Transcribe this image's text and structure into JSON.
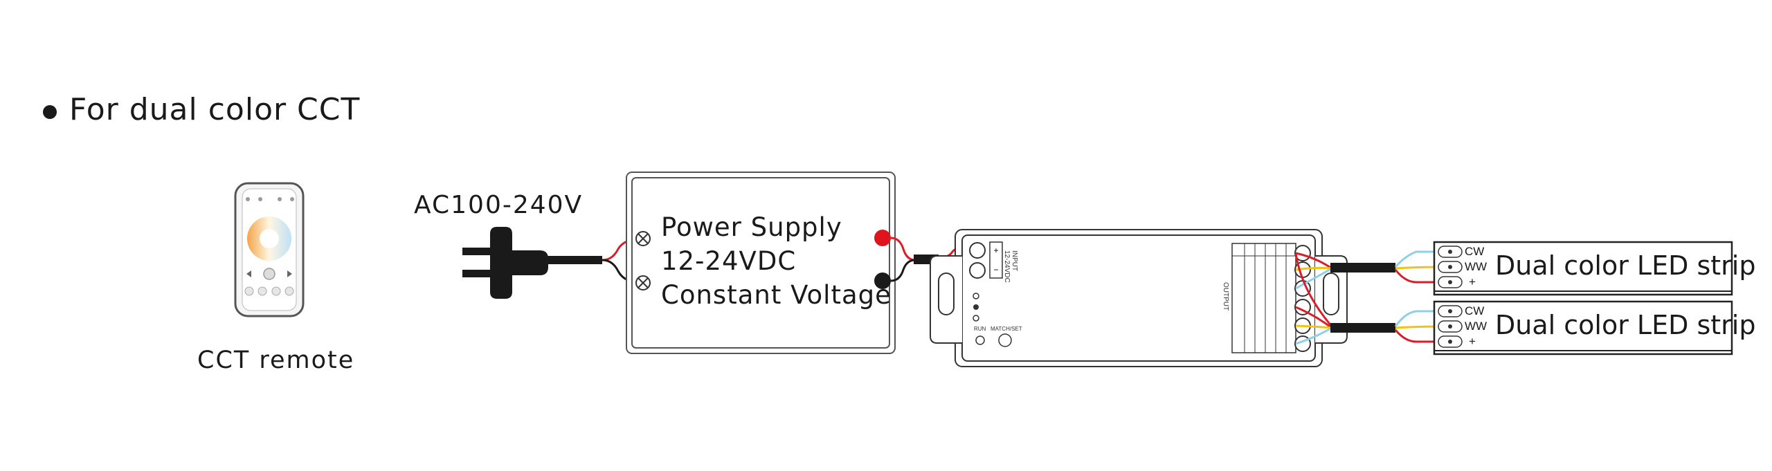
{
  "section": {
    "heading": "For dual color CCT"
  },
  "remote": {
    "label": "CCT remote"
  },
  "plug": {
    "label": "AC100-240V"
  },
  "power_supply": {
    "line1": "Power Supply",
    "line2": "12-24VDC",
    "line3": "Constant Voltage"
  },
  "controller": {
    "input_label": "INPUT",
    "input_voltage": "12-24VDC",
    "output_label": "OUTPUT",
    "run_label": "RUN",
    "matchset_label": "MATCH/SET"
  },
  "strips": [
    {
      "label": "Dual color LED strip",
      "terminals": [
        "CW",
        "WW",
        "+"
      ]
    },
    {
      "label": "Dual color LED strip",
      "terminals": [
        "CW",
        "WW",
        "+"
      ]
    }
  ],
  "colors": {
    "wire_red": "#d91e2a",
    "wire_black": "#1a1a1a",
    "wire_yellow": "#f2c40f",
    "wire_blue": "#8fd0e8",
    "outline": "#333333",
    "dot_red": "#e0141e"
  }
}
